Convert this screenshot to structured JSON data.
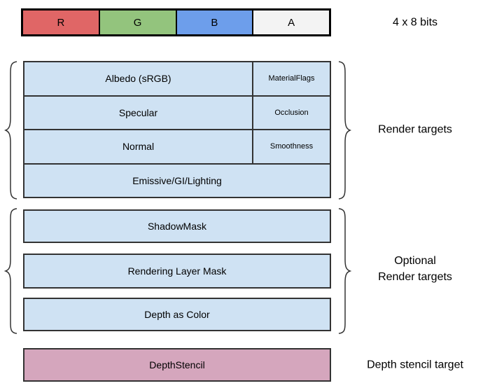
{
  "diagram": {
    "bit_layout": {
      "cells": [
        {
          "label": "R",
          "color": "#E06666"
        },
        {
          "label": "G",
          "color": "#93C47D"
        },
        {
          "label": "B",
          "color": "#6D9EEB"
        },
        {
          "label": "A",
          "color": "#F3F3F3"
        }
      ],
      "caption": "4 x 8 bits"
    },
    "render_targets": {
      "label": "Render targets",
      "fill_color": "#CFE2F3",
      "rows": [
        {
          "main": "Albedo (sRGB)",
          "sub": "MaterialFlags"
        },
        {
          "main": "Specular",
          "sub": "Occlusion"
        },
        {
          "main": "Normal",
          "sub": "Smoothness"
        },
        {
          "main": "Emissive/GI/Lighting"
        }
      ]
    },
    "optional_render_targets": {
      "label_line1": "Optional",
      "label_line2": "Render targets",
      "fill_color": "#CFE2F3",
      "boxes": [
        {
          "label": "ShadowMask"
        },
        {
          "label": "Rendering Layer Mask"
        },
        {
          "label": "Depth as Color"
        }
      ]
    },
    "depth_stencil": {
      "box_label": "DepthStencil",
      "label": "Depth stencil target",
      "fill_color": "#D5A6BD"
    }
  }
}
